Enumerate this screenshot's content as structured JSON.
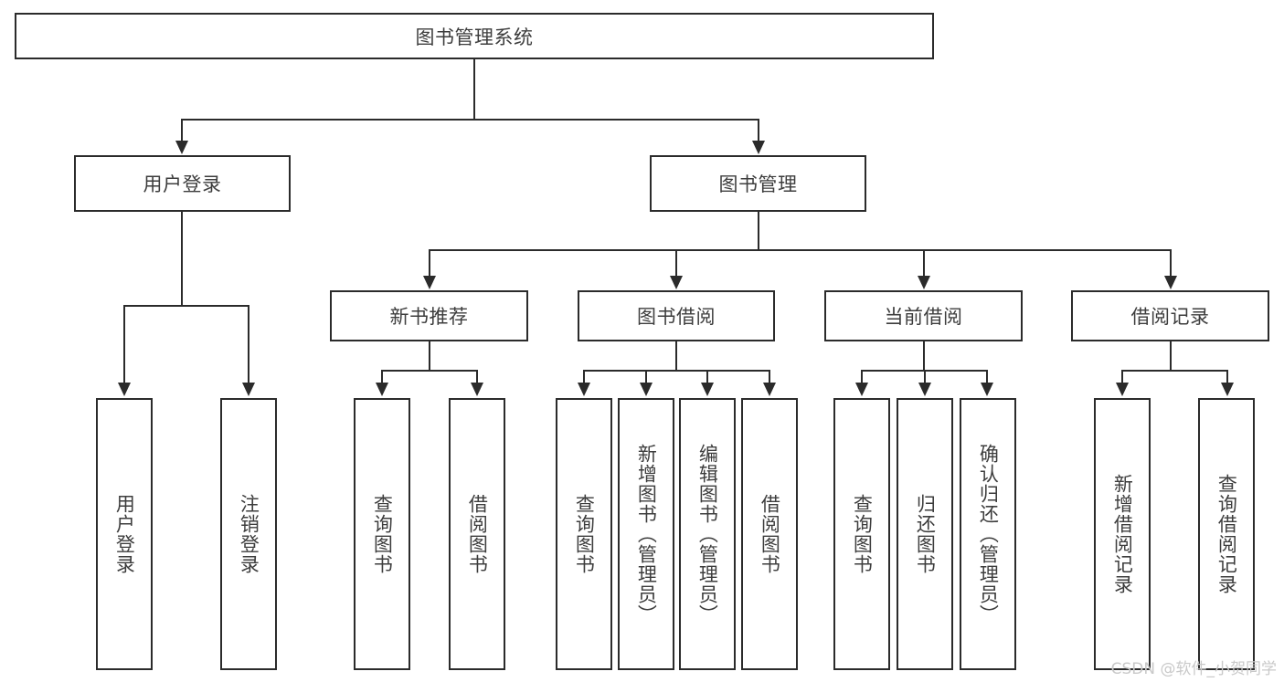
{
  "diagram": {
    "title": "图书管理系统",
    "type": "tree",
    "root": {
      "label": "图书管理系统"
    },
    "level1": [
      {
        "label": "用户登录"
      },
      {
        "label": "图书管理"
      }
    ],
    "level2": [
      {
        "label": "新书推荐"
      },
      {
        "label": "图书借阅"
      },
      {
        "label": "当前借阅"
      },
      {
        "label": "借阅记录"
      }
    ],
    "leaves": {
      "user_login": [
        {
          "label": "用户登录"
        },
        {
          "label": "注销登录"
        }
      ],
      "new_book_recommend": [
        {
          "label": "查询图书"
        },
        {
          "label": "借阅图书"
        }
      ],
      "book_borrow": [
        {
          "label": "查询图书"
        },
        {
          "label": "新增图书（管理员）"
        },
        {
          "label": "编辑图书（管理员）"
        },
        {
          "label": "借阅图书"
        }
      ],
      "current_borrow": [
        {
          "label": "查询图书"
        },
        {
          "label": "归还图书"
        },
        {
          "label": "确认归还（管理员）"
        }
      ],
      "borrow_record": [
        {
          "label": "新增借阅记录"
        },
        {
          "label": "查询借阅记录"
        }
      ]
    }
  },
  "watermark": {
    "text": "CSDN @软件_小贺同学"
  },
  "colors": {
    "border": "#2b2b2b",
    "text": "#3d3d3d",
    "background": "#ffffff",
    "watermark": "#c9c9c9"
  }
}
